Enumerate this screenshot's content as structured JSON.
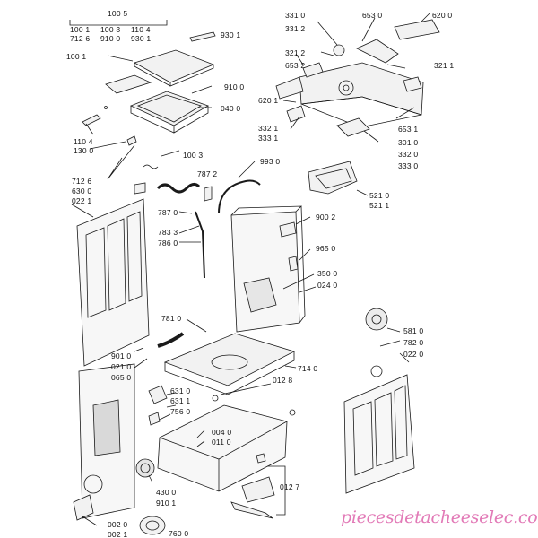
{
  "labels": {
    "l1005": "100 5",
    "l1001a": "100 1",
    "l1003a": "100 3",
    "l1104a": "110 4",
    "l7126a": "712 6",
    "l9100a": "910 0",
    "l9301a": "930 1",
    "l9301": "930 1",
    "l1001": "100 1",
    "l9100": "910 0",
    "l0400": "040 0",
    "l1104": "110 4",
    "l1300": "130 0",
    "l1003": "100 3",
    "l7126": "712 6",
    "l6300": "630 0",
    "l0221": "022 1",
    "l7872": "787 2",
    "l7870": "787 0",
    "l7833": "783 3",
    "l7860": "786 0",
    "l9930": "993 0",
    "l3310": "331 0",
    "l3312": "331 2",
    "l3212": "321 2",
    "l6532": "653 2",
    "l6530": "653 0",
    "l6200": "620 0",
    "l3211": "321 1",
    "l6201": "620 1",
    "l3321": "332 1",
    "l3331": "333 1",
    "l6531": "653 1",
    "l3010": "301 0",
    "l3320": "332 0",
    "l3330": "333 0",
    "l5210": "521 0",
    "l5211": "521 1",
    "l9002": "900 2",
    "l9650": "965 0",
    "l3500": "350 0",
    "l0240": "024 0",
    "l7810": "781 0",
    "l9010": "901 0",
    "l0210": "021 0",
    "l0650": "065 0",
    "l7140": "714 0",
    "l6310": "631 0",
    "l6311": "631 1",
    "l0128": "012 8",
    "l7560": "756 0",
    "l0040": "004 0",
    "l0110": "011 0",
    "l4300": "430 0",
    "l9101": "910 1",
    "l0127": "012 7",
    "l0020": "002 0",
    "l0021": "002 1",
    "l7600": "760 0",
    "l5810": "581 0",
    "l7820": "782 0",
    "l0220": "022 0"
  },
  "watermark": "piecesdetacheeselec.com",
  "colors": {
    "line": "#1a1a1a",
    "part_fill": "#f2f2f2",
    "watermark": "#e27ab7"
  }
}
